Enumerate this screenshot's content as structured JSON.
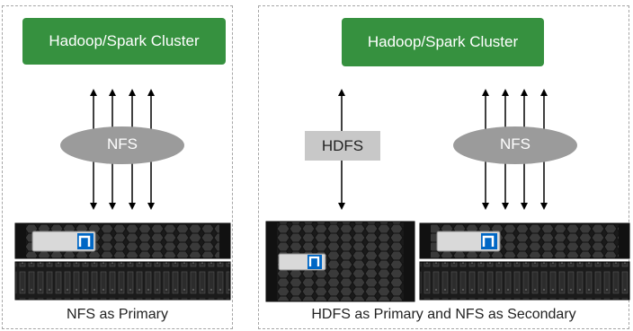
{
  "left_panel": {
    "cluster_label": "Hadoop/Spark Cluster",
    "protocol_label": "NFS",
    "caption": "NFS as Primary"
  },
  "right_panel": {
    "cluster_label": "Hadoop/Spark Cluster",
    "hdfs_label": "HDFS",
    "protocol_label": "NFS",
    "caption": "HDFS as Primary and NFS as Secondary"
  },
  "colors": {
    "cluster_green": "#36913f",
    "ellipse_gray": "#9b9b9b",
    "hdfs_box_gray": "#c8c8c8",
    "storage_dark": "#1a1a1a",
    "netapp_blue": "#0067c5"
  }
}
